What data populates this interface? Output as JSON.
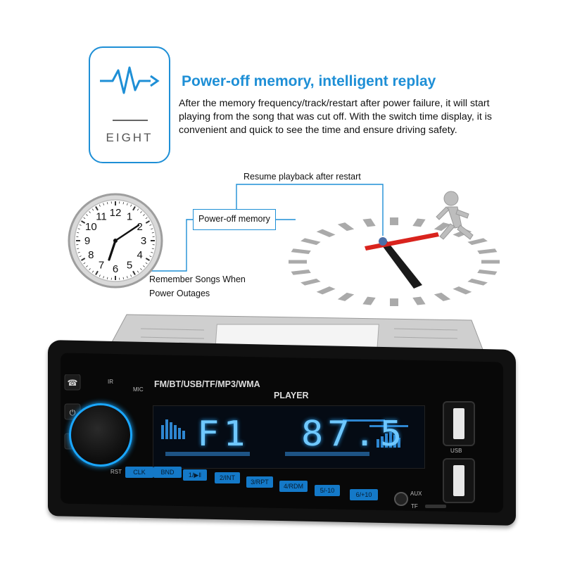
{
  "feature": {
    "badge_word": "EIGHT",
    "title": "Power-off memory, intelligent replay",
    "description": "After the memory frequency/track/restart after power failure, it will start playing from the song that was cut off. With the switch time display, it is convenient and quick to see the time and ensure driving safety."
  },
  "diagram": {
    "resume_label": "Resume playback after restart",
    "memory_label": "Power-off memory",
    "remember_line1": "Remember Songs When",
    "remember_line2": "Power Outages",
    "clock_numbers": [
      "12",
      "1",
      "2",
      "3",
      "4",
      "5",
      "6",
      "7",
      "8",
      "9",
      "10",
      "11"
    ]
  },
  "radio": {
    "formats": "FM/BT/USB/TF/MP3/WMA",
    "player": "PLAYER",
    "ir": "IR",
    "mic": "MIC",
    "rst": "RST",
    "usb": "USB",
    "aux": "AUX",
    "tf": "TF",
    "display_band": "F1",
    "display_freq": "87.5",
    "buttons": [
      "CLK",
      "BND",
      "1/▶‖",
      "2/INT",
      "3/RPT",
      "4/RDM",
      "5/-10",
      "6/+10"
    ]
  },
  "colors": {
    "accent": "#1e8fd6",
    "lcd_glow": "#6fc8ff",
    "button_blue": "#1479c8"
  }
}
